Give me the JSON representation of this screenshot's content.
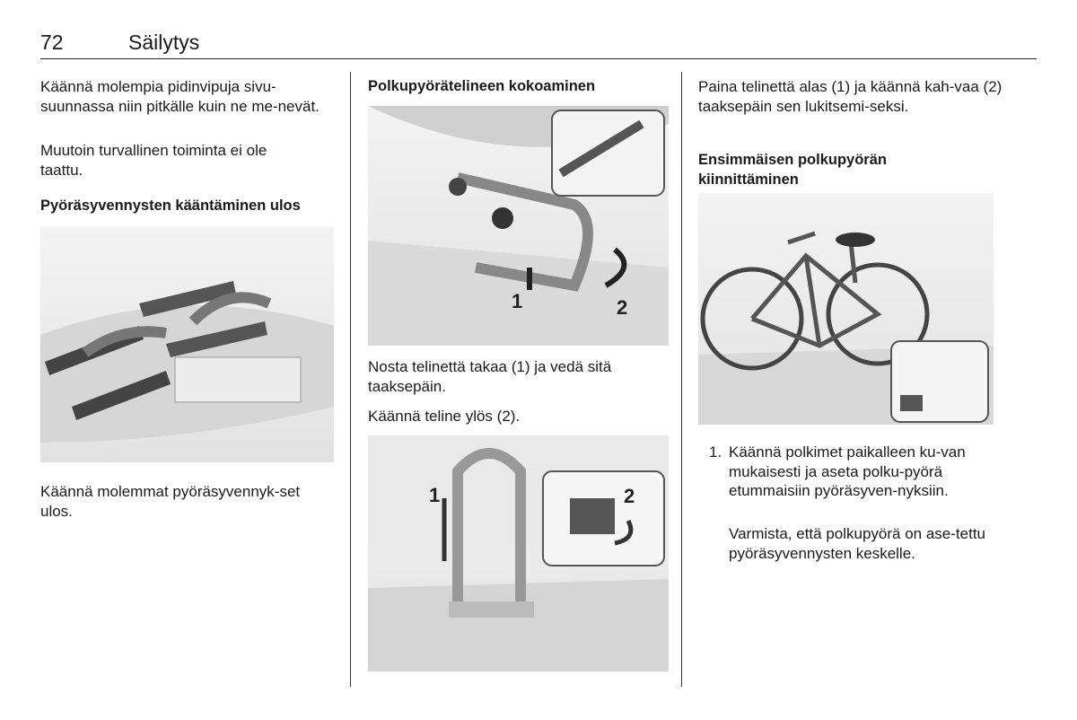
{
  "header": {
    "page_number": "72",
    "section_title": "Säilytys"
  },
  "col1": {
    "p1": "Käännä molempia pidinvipuja sivu-suunnassa niin pitkälle kuin ne me-nevät.",
    "p2": "Muutoin turvallinen toiminta ei ole taattu.",
    "heading": "Pyöräsyvennysten kääntäminen ulos",
    "p3": "Käännä molemmat pyöräsyvennyk-set ulos."
  },
  "col2": {
    "heading": "Polkupyörätelineen kokoaminen",
    "fig1_callouts": [
      "1",
      "2"
    ],
    "p1": "Nosta telinettä takaa (1) ja vedä sitä taaksepäin.",
    "p2": "Käännä teline ylös (2).",
    "fig2_callouts": [
      "1",
      "2"
    ]
  },
  "col3": {
    "p1": "Paina telinettä alas (1) ja käännä kah-vaa (2) taaksepäin sen lukitsemi-seksi.",
    "heading": "Ensimmäisen polkupyörän kiinnittäminen",
    "step_number": "1.",
    "step_text": "Käännä polkimet paikalleen ku-van mukaisesti ja aseta polku-pyörä etummaisiin pyöräsyven-nyksiin.",
    "step_note": "Varmista, että polkupyörä on ase-tettu pyöräsyvennysten keskelle."
  }
}
